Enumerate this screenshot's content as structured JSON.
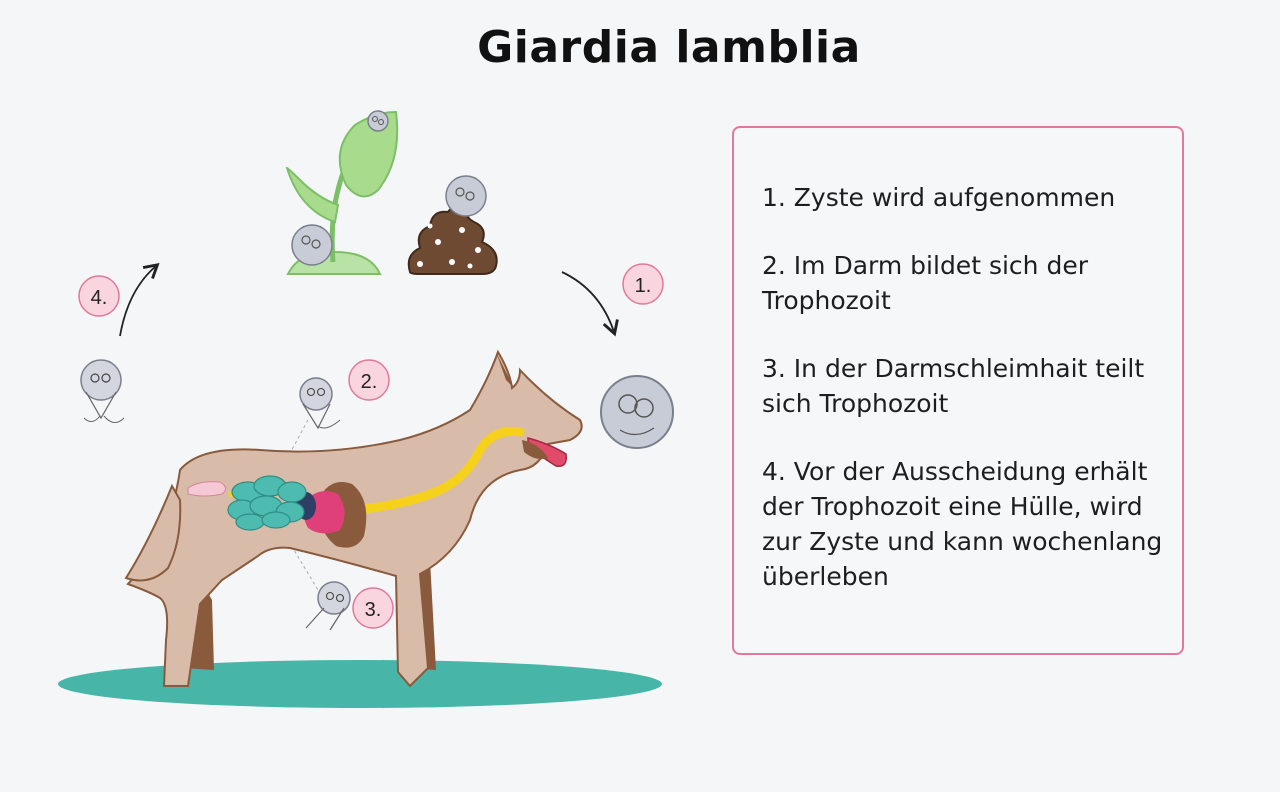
{
  "title": "Giardia lamblia",
  "badges": {
    "b1": "1.",
    "b2": "2.",
    "b3": "3.",
    "b4": "4."
  },
  "steps": [
    "1. Zyste wird aufgenommen",
    "2. Im Darm bildet sich der Trophozoit",
    "3. In der Darmschleimhait teilt sich Trophozoit",
    "4. Vor der Ausscheidung erhält der Trophozoit eine Hülle, wird zur Zyste und kann wochenlang überleben"
  ],
  "colors": {
    "accent_pink": "#e2789a",
    "badge_fill": "#f9d6df",
    "ground": "#48b5a9",
    "dog_body": "#d8bca9",
    "dog_dark": "#8a5a3c",
    "intestine": "#f5d11c",
    "plant": "#8ed07a",
    "poop": "#6e4a33"
  },
  "icons": [
    "plant-icon",
    "poop-icon",
    "cyst-icon",
    "trophozoite-icon",
    "arrow-icon",
    "dog-illustration"
  ]
}
